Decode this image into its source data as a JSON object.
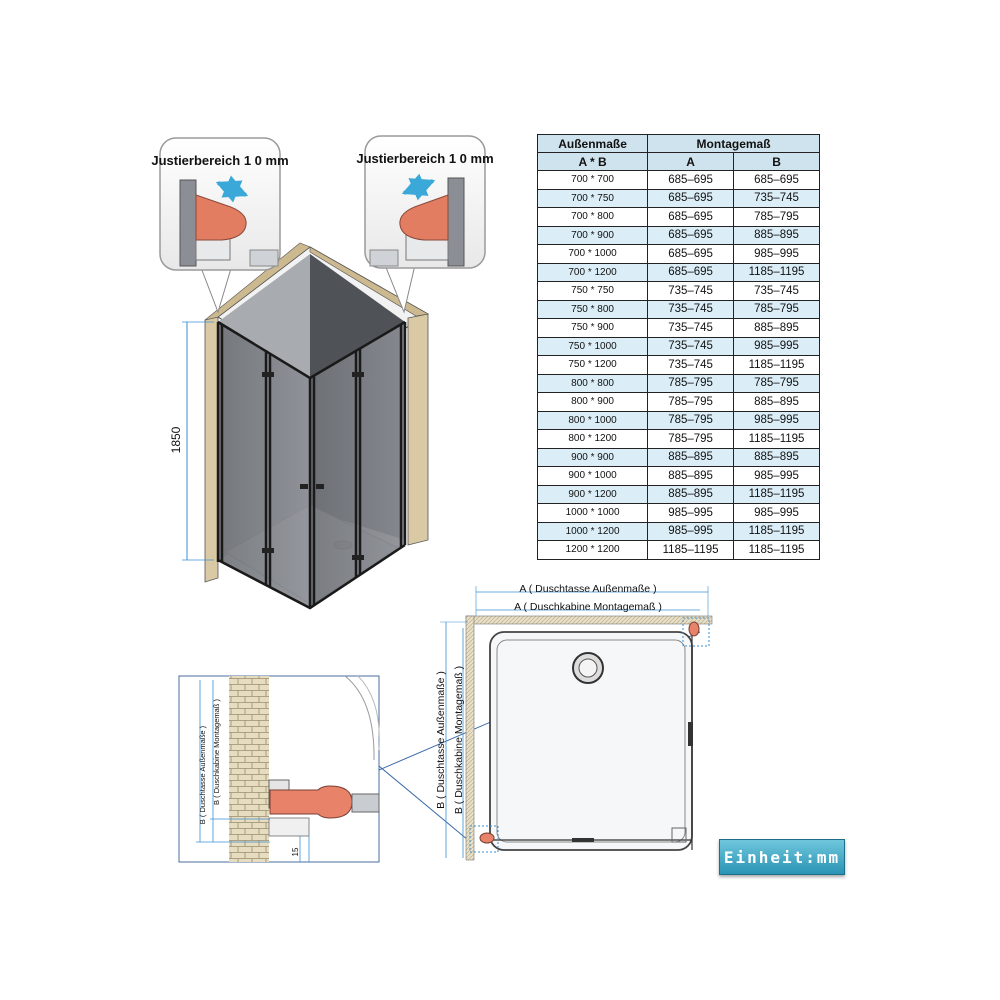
{
  "callouts": {
    "left": "Justierbereich 1 0 mm",
    "right": "Justierbereich 1 0 mm"
  },
  "height_dim": "1850",
  "table": {
    "header_left_line1": "Außenmaße",
    "header_left_line2": "A  *  B",
    "header_right_line1": "Montagemaß",
    "header_right_a": "A",
    "header_right_b": "B",
    "rows": [
      {
        "ab": "700  *  700",
        "a": "685–695",
        "b": "685–695"
      },
      {
        "ab": "700  *  750",
        "a": "685–695",
        "b": "735–745"
      },
      {
        "ab": "700  *  800",
        "a": "685–695",
        "b": "785–795"
      },
      {
        "ab": "700  *  900",
        "a": "685–695",
        "b": "885–895"
      },
      {
        "ab": "700  *  1000",
        "a": "685–695",
        "b": "985–995"
      },
      {
        "ab": "700  *  1200",
        "a": "685–695",
        "b": "1185–1195"
      },
      {
        "ab": "750  *  750",
        "a": "735–745",
        "b": "735–745"
      },
      {
        "ab": "750  *  800",
        "a": "735–745",
        "b": "785–795"
      },
      {
        "ab": "750  *  900",
        "a": "735–745",
        "b": "885–895"
      },
      {
        "ab": "750  *  1000",
        "a": "735–745",
        "b": "985–995"
      },
      {
        "ab": "750  *  1200",
        "a": "735–745",
        "b": "1185–1195"
      },
      {
        "ab": "800  *  800",
        "a": "785–795",
        "b": "785–795"
      },
      {
        "ab": "800  *  900",
        "a": "785–795",
        "b": "885–895"
      },
      {
        "ab": "800  *  1000",
        "a": "785–795",
        "b": "985–995"
      },
      {
        "ab": "800  *  1200",
        "a": "785–795",
        "b": "1185–1195"
      },
      {
        "ab": "900  *  900",
        "a": "885–895",
        "b": "885–895"
      },
      {
        "ab": "900  *  1000",
        "a": "885–895",
        "b": "985–995"
      },
      {
        "ab": "900  *  1200",
        "a": "885–895",
        "b": "1185–1195"
      },
      {
        "ab": "1000  *  1000",
        "a": "985–995",
        "b": "985–995"
      },
      {
        "ab": "1000  *  1200",
        "a": "985–995",
        "b": "1185–1195"
      },
      {
        "ab": "1200  *  1200",
        "a": "1185–1195",
        "b": "1185–1195"
      }
    ]
  },
  "plan": {
    "dim_a_outer": "A ( Duschtasse Außenmaße )",
    "dim_a_inner": "A ( Duschkabine Montagemaß )",
    "dim_b_outer": "B ( Duschtasse Außenmaße )",
    "dim_b_inner": "B ( Duschkabine Montagemaß )"
  },
  "detail": {
    "dim_b_outer": "B ( Duschtasse Außenmaße )",
    "dim_b_inner": "B ( Duschkabine Montagemaß )",
    "offset": "15"
  },
  "unit_label": "Einheit:mm",
  "colors": {
    "blue_dim": "#3b8fd0",
    "hinge": "#e08868",
    "table_header": "#cfe3ee",
    "arrow": "#3aa8d8"
  }
}
